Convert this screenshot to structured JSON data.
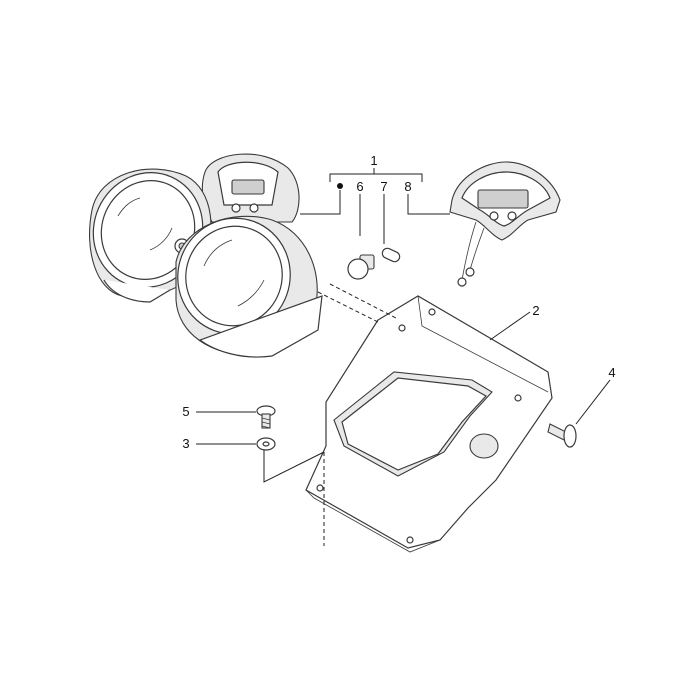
{
  "callouts": {
    "c1": "1",
    "c2": "2",
    "c3": "3",
    "c4": "4",
    "c5": "5",
    "c6": "6",
    "c7": "7",
    "c8": "8"
  },
  "colors": {
    "line": "#3a3a3a",
    "text": "#111111",
    "background": "#ffffff"
  }
}
